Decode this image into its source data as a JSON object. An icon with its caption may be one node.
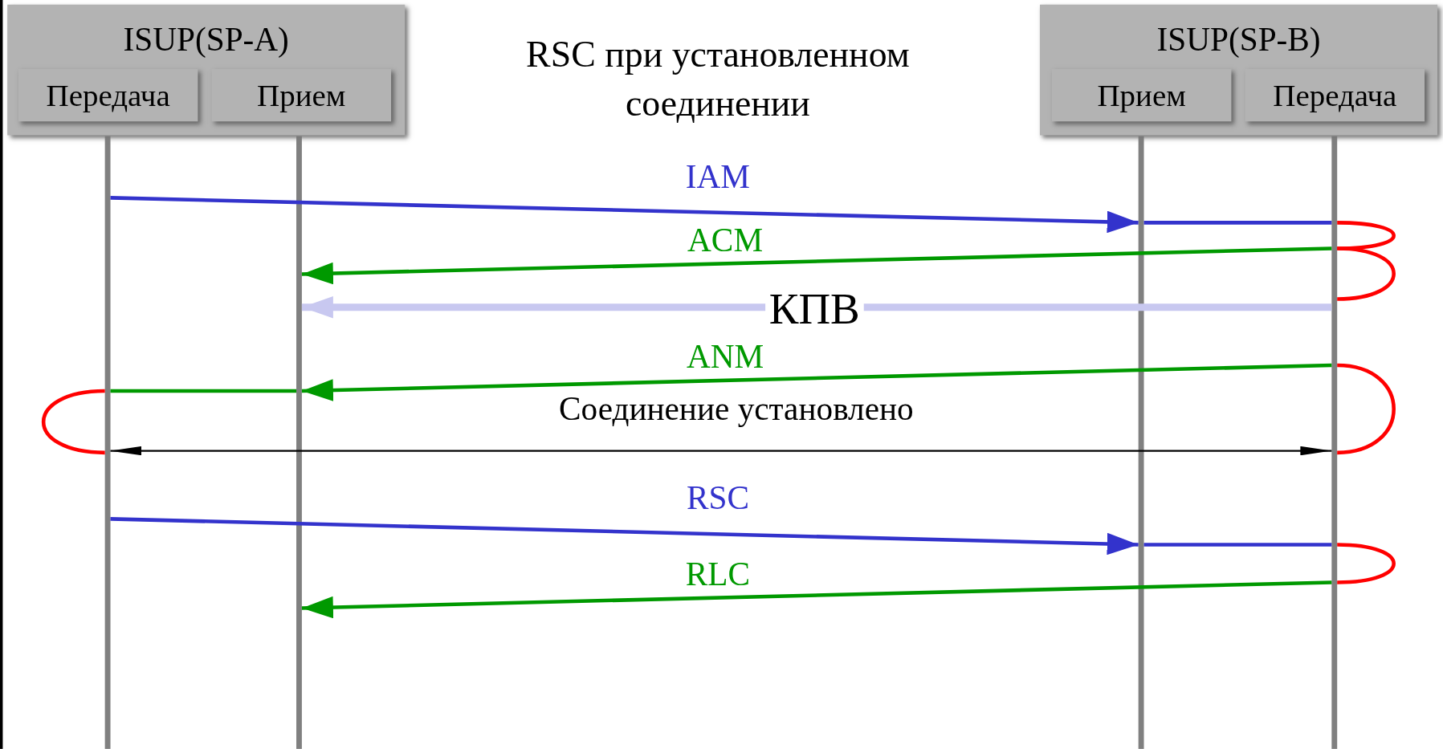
{
  "diagram": {
    "title": "RSC при установленном соединении",
    "nodes": [
      {
        "text": [
          "ISUP(SP-A)"
        ]
      },
      {
        "text": [
          "Передача"
        ],
        "in": 0
      },
      {
        "text": [
          "Прием"
        ],
        "in": 0
      },
      {
        "text": [
          "ISUP(SP-B)"
        ]
      },
      {
        "text": [
          "Прием"
        ],
        "in": 3
      },
      {
        "text": [
          "Передача"
        ],
        "in": 3
      },
      {
        "text": [],
        "shape": "bar"
      },
      {
        "text": [],
        "shape": "bar"
      },
      {
        "text": [],
        "shape": "bar"
      },
      {
        "text": [],
        "shape": "bar"
      }
    ],
    "edges": [
      {
        "from": 6,
        "to": 8,
        "arrow": "to",
        "label": "IAM",
        "color": "#3333cc"
      },
      {
        "from": 8,
        "to": 9,
        "arrow": "none",
        "color": "#3333cc"
      },
      {
        "from": 9,
        "to": 9,
        "arrow": "none"
      },
      {
        "from": 9,
        "to": 7,
        "arrow": "to",
        "label": "ACM",
        "color": "#009900"
      },
      {
        "from": 9,
        "to": 9,
        "arrow": "none"
      },
      {
        "from": 9,
        "to": 7,
        "arrow": "to",
        "label": "КПВ",
        "style": "thick",
        "color": "#c8c8f0"
      },
      {
        "from": 9,
        "to": 7,
        "arrow": "to",
        "label": "ANM",
        "color": "#009900"
      },
      {
        "from": 7,
        "to": 6,
        "arrow": "none",
        "color": "#009900"
      },
      {
        "from": 6,
        "to": 6,
        "arrow": "none"
      },
      {
        "from": 9,
        "to": 9,
        "arrow": "none"
      },
      {
        "from": 6,
        "to": 9,
        "arrow": "both",
        "label": "Соединение установлено",
        "color": "#000000"
      },
      {
        "from": 6,
        "to": 8,
        "arrow": "to",
        "label": "RSC",
        "color": "#3333cc"
      },
      {
        "from": 8,
        "to": 9,
        "arrow": "none",
        "color": "#3333cc"
      },
      {
        "from": 9,
        "to": 9,
        "arrow": "none"
      },
      {
        "from": 9,
        "to": 7,
        "arrow": "to",
        "label": "RLC",
        "color": "#009900"
      }
    ]
  }
}
